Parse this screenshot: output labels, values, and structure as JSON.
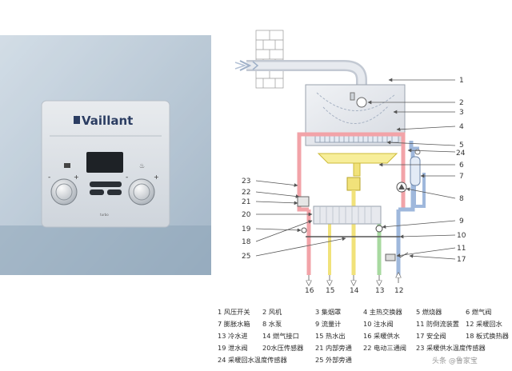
{
  "photo": {
    "brand": "Vaillant",
    "small_text": "turbo"
  },
  "callouts": [
    "1",
    "2",
    "3",
    "4",
    "5",
    "24",
    "6",
    "7",
    "8",
    "9",
    "10",
    "11",
    "17",
    "23",
    "22",
    "21",
    "20",
    "19",
    "18",
    "25"
  ],
  "bottom_numbers": [
    "16",
    "15",
    "14",
    "13",
    "12"
  ],
  "legend": [
    "1 风压开关",
    "2 风机",
    "3 集烟罩",
    "4 主热交换器",
    "5 燃烧器",
    "6 燃气阀",
    "7 膨胀水箱",
    "8 水泵",
    "9 流量计",
    "10 注水阀",
    "11 防倒流装置",
    "12 采暖回水",
    "13 冷水进",
    "14 燃气接口",
    "15 热水出",
    "16 采暖供水",
    "17 安全阀",
    "18 板式换热器",
    "19 泄水阀",
    "20水压传感器",
    "21 内部旁通",
    "22 电动三通阀",
    "23 采暖供水温度传感器",
    "24 采暖回水温度传感器",
    "25 外部旁通"
  ],
  "watermark": "头条 @鲁家宝",
  "colors": {
    "hot_pipe": "#f2a3a8",
    "return_pipe": "#9fb8dc",
    "gas_pipe": "#f1e27a",
    "cold_pipe": "#a8d9a0",
    "flue": "#d9dde6"
  }
}
